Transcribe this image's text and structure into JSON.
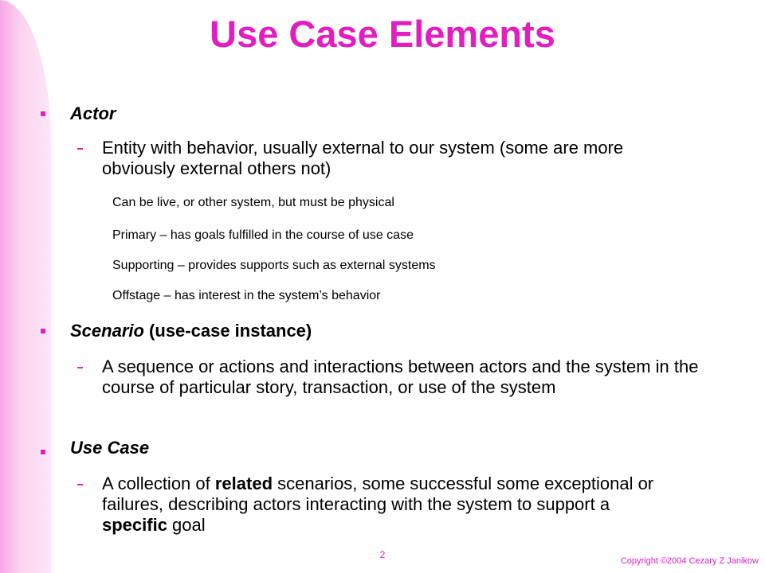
{
  "title": "Use Case Elements",
  "items": [
    {
      "heading_italic": "Actor",
      "heading_rest": "",
      "sub": "Entity with behavior, usually external to our system (some are more obviously external others not)",
      "details": [
        "Can be live, or other system, but must be physical",
        "Primary – has goals fulfilled in the course of use case",
        "Supporting – provides supports such as external systems",
        "Offstage – has interest in the system’s behavior"
      ]
    },
    {
      "heading_italic": "Scenario",
      "heading_rest": " (use-case instance)",
      "sub": "A sequence or actions and interactions between actors and the system in the course of particular story, transaction, or use of the system"
    },
    {
      "heading_italic": "Use Case",
      "heading_rest": "",
      "sub_parts": [
        "A collection of ",
        "related",
        " scenarios, some successful some exceptional or failures, describing actors interacting with the system to support a ",
        "specific",
        " goal"
      ]
    }
  ],
  "footer": {
    "page": "2",
    "copyright": "Copyright ©2004 Cezary Z Janikow"
  },
  "colors": {
    "accent": "#e31ec0",
    "sidebar": "#f7a8e6"
  }
}
